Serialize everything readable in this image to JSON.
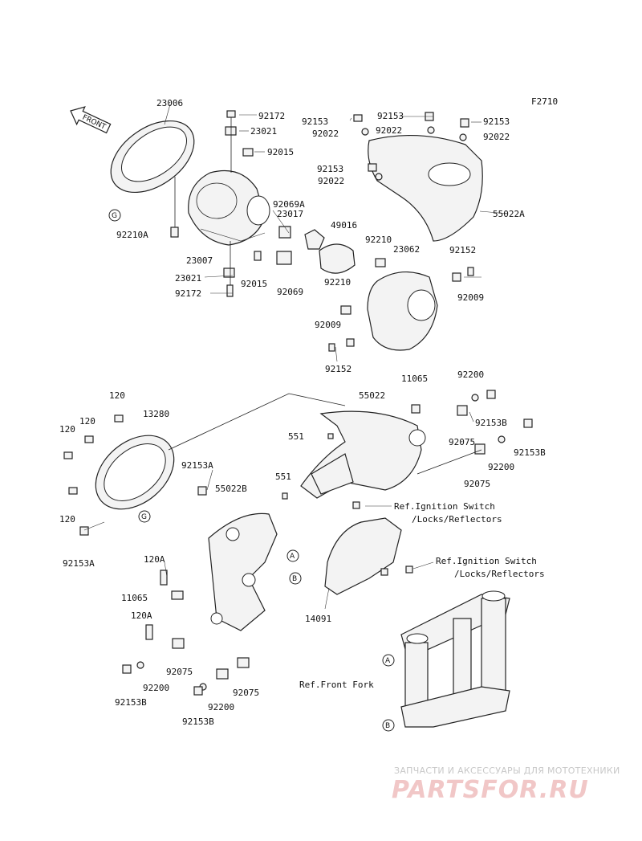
{
  "diagram_code": "F2710",
  "front_arrow_label": "FRONT",
  "labels": [
    "23006",
    "92210A",
    "92172",
    "23021",
    "92015",
    "92069A",
    "23017",
    "49016",
    "23007",
    "23021",
    "92172",
    "92015",
    "92069",
    "92210",
    "92153",
    "92022",
    "92153",
    "92022",
    "92153",
    "92022",
    "92153",
    "92022",
    "55022A",
    "92210",
    "23062",
    "92152",
    "92009",
    "92009",
    "92152",
    "120",
    "120",
    "120",
    "13280",
    "92153A",
    "55022B",
    "120",
    "92153A",
    "551",
    "551",
    "55022",
    "11065",
    "92200",
    "92153B",
    "92075",
    "92153B",
    "92200",
    "92075",
    "120A",
    "11065",
    "120A",
    "92075",
    "92200",
    "92153B",
    "92075",
    "92200",
    "92153B",
    "14091"
  ],
  "refs": {
    "ignition1_line1": "Ref.Ignition Switch",
    "ignition1_line2": "/Locks/Reflectors",
    "ignition2_line1": "Ref.Ignition Switch",
    "ignition2_line2": "/Locks/Reflectors",
    "front_fork": "Ref.Front Fork"
  },
  "circle_tags": [
    "G",
    "G",
    "A",
    "B",
    "A",
    "B"
  ],
  "watermark": {
    "tagline": "ЗАПЧАСТИ И АКСЕССУАРЫ ДЛЯ МОТОТЕХНИКИ",
    "site": "PARTSFOR.RU"
  }
}
